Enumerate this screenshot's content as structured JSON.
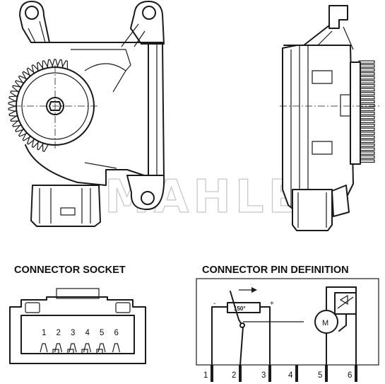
{
  "watermark": {
    "text": "MAHLE"
  },
  "connector_socket": {
    "heading": "CONNECTOR SOCKET",
    "pins": [
      "1",
      "2",
      "3",
      "4",
      "5",
      "6"
    ]
  },
  "pin_definition": {
    "heading": "CONNECTOR PIN DEFINITION",
    "pot_label": "150°",
    "minus_sign": "-",
    "plus_sign": "+",
    "motor_label": "M",
    "pins": [
      "1",
      "2",
      "3",
      "4",
      "5",
      "6"
    ]
  }
}
